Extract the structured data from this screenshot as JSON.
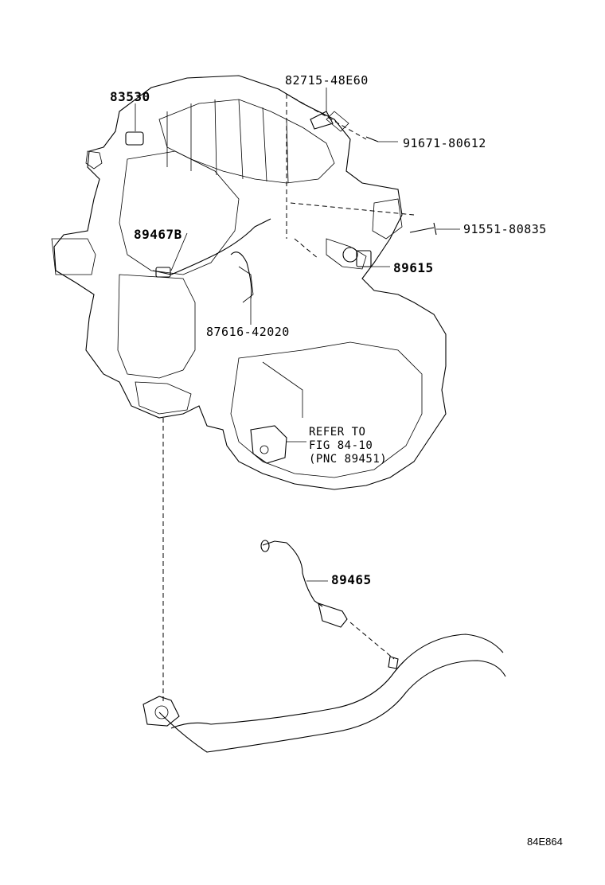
{
  "labels": {
    "p83530": "83530",
    "p8271548E60": "82715-48E60",
    "p9167180612": "91671-80612",
    "p9155180835": "91551-80835",
    "p89467B": "89467B",
    "p89615": "89615",
    "p8761642020": "87616-42020",
    "p89465": "89465"
  },
  "note": {
    "line1": "REFER TO",
    "line2": "FIG 84-10",
    "line3": "(PNC 89451)"
  },
  "figure_ref": "84E864"
}
